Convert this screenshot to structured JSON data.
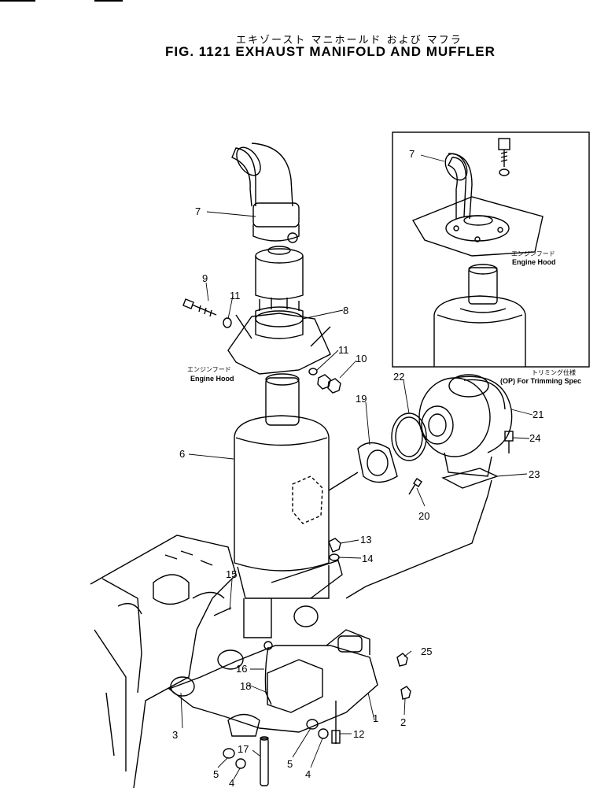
{
  "title": {
    "japanese": "エキゾースト マニホールド および マフラ",
    "english": "FIG. 1121  EXHAUST MANIFOLD AND MUFFLER"
  },
  "callouts": [
    "1",
    "2",
    "3",
    "4",
    "4",
    "5",
    "5",
    "6",
    "7",
    "7",
    "8",
    "9",
    "10",
    "11",
    "11",
    "12",
    "13",
    "14",
    "15",
    "16",
    "17",
    "18",
    "19",
    "20",
    "21",
    "22",
    "23",
    "24",
    "25"
  ],
  "annotations": {
    "engine_hood_jp_main": "エンジンフード",
    "engine_hood_en_main": "Engine Hood",
    "engine_hood_jp_inset": "エンジンフード",
    "engine_hood_en_inset": "Engine Hood",
    "trimming_jp": "トリミング仕様",
    "trimming_en": "(OP) For Trimming Spec"
  }
}
